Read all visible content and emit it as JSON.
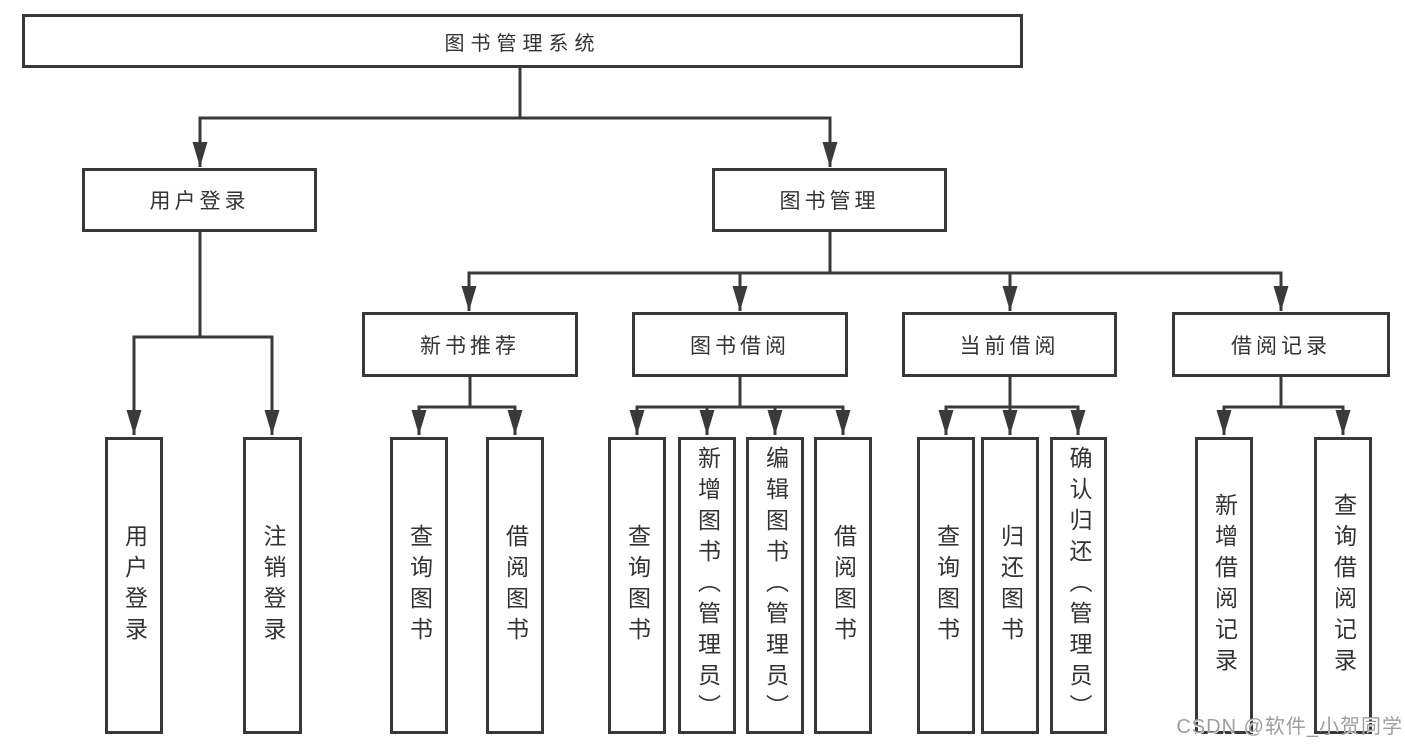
{
  "title": "图书管理系统",
  "watermark": "CSDN @软件_小贺同学",
  "colors": {
    "line": "#3a3a3a",
    "border": "#383838",
    "text": "#333333",
    "box_background": "#ffffff",
    "watermark": "#9e9e9e"
  },
  "tree": {
    "root": {
      "label": "图书管理系统"
    },
    "user_login": {
      "label": "用户登录",
      "children": [
        {
          "label": "用户登录"
        },
        {
          "label": "注销登录"
        }
      ]
    },
    "book_management": {
      "label": "图书管理",
      "sections": [
        {
          "label": "新书推荐",
          "children": [
            {
              "label": "查询图书"
            },
            {
              "label": "借阅图书"
            }
          ]
        },
        {
          "label": "图书借阅",
          "children": [
            {
              "label": "查询图书"
            },
            {
              "label": "新增图书（管理员）"
            },
            {
              "label": "编辑图书（管理员）"
            },
            {
              "label": "借阅图书"
            }
          ]
        },
        {
          "label": "当前借阅",
          "children": [
            {
              "label": "查询图书"
            },
            {
              "label": "归还图书"
            },
            {
              "label": "确认归还（管理员）"
            }
          ]
        },
        {
          "label": "借阅记录",
          "children": [
            {
              "label": "新增借阅记录"
            },
            {
              "label": "查询借阅记录"
            }
          ]
        }
      ]
    }
  }
}
